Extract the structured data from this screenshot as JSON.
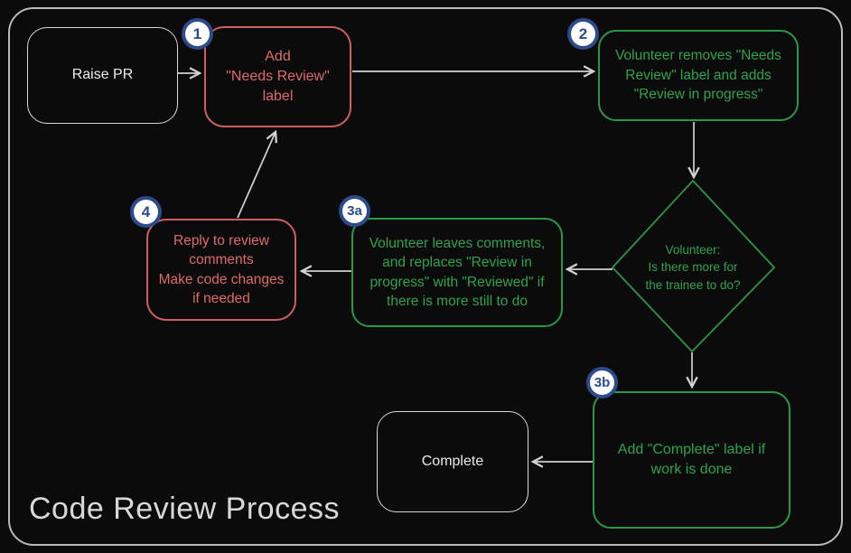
{
  "title": "Code Review Process",
  "colors": {
    "background": "#0b0b0b",
    "frame_border": "#b9b9b9",
    "red": "#e06a6a",
    "red_border": "#cf5f5f",
    "green": "#2fa24e",
    "green_border": "#2c9747",
    "neutral": "#ececec",
    "neutral_border": "#d9d9d9",
    "badge_blue": "#2b4b8d",
    "badge_fill": "#ffffff",
    "arrow": "#d2d2d2",
    "title": "#d8d8d8"
  },
  "nodes": {
    "raise_pr": {
      "label": "Raise PR"
    },
    "step1": {
      "badge": "1",
      "label": "Add\n\"Needs Review\"\nlabel"
    },
    "step2": {
      "badge": "2",
      "label": "Volunteer removes \"Needs\nReview\" label and adds\n\"Review in progress\""
    },
    "decision": {
      "label": "Volunteer:\nIs there more for\nthe trainee to do?"
    },
    "step3a": {
      "badge": "3a",
      "label": "Volunteer leaves comments,\nand replaces \"Review in\nprogress\" with \"Reviewed\" if\nthere is more still to do"
    },
    "step4": {
      "badge": "4",
      "label": "Reply to review\ncomments\nMake code changes\nif needed"
    },
    "step3b": {
      "badge": "3b",
      "label": "Add \"Complete\" label if\nwork is done"
    },
    "complete": {
      "label": "Complete"
    }
  }
}
